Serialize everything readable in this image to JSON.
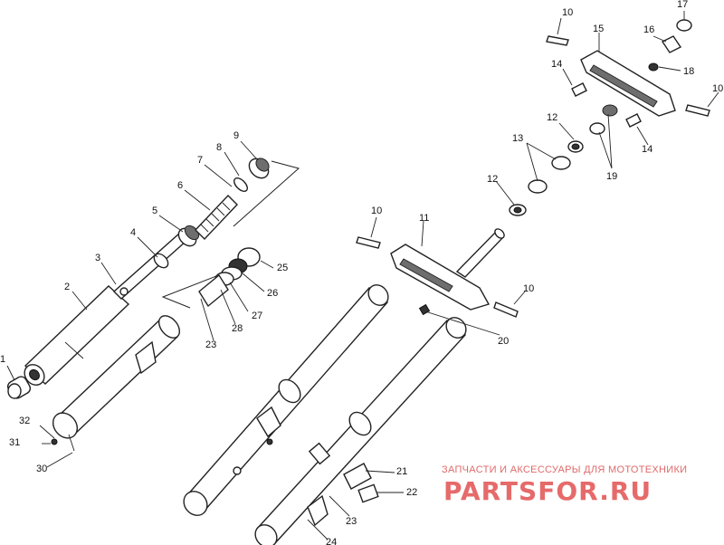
{
  "callouts": [
    {
      "id": "c1",
      "text": "1"
    },
    {
      "id": "c2",
      "text": "2"
    },
    {
      "id": "c3",
      "text": "3"
    },
    {
      "id": "c4",
      "text": "4"
    },
    {
      "id": "c5",
      "text": "5"
    },
    {
      "id": "c6",
      "text": "6"
    },
    {
      "id": "c7",
      "text": "7"
    },
    {
      "id": "c8",
      "text": "8"
    },
    {
      "id": "c9",
      "text": "9"
    },
    {
      "id": "c10a",
      "text": "10"
    },
    {
      "id": "c10b",
      "text": "10"
    },
    {
      "id": "c10c",
      "text": "10"
    },
    {
      "id": "c10d",
      "text": "10"
    },
    {
      "id": "c11",
      "text": "11"
    },
    {
      "id": "c12a",
      "text": "12"
    },
    {
      "id": "c12b",
      "text": "12"
    },
    {
      "id": "c13",
      "text": "13"
    },
    {
      "id": "c14a",
      "text": "14"
    },
    {
      "id": "c14b",
      "text": "14"
    },
    {
      "id": "c15",
      "text": "15"
    },
    {
      "id": "c16",
      "text": "16"
    },
    {
      "id": "c17",
      "text": "17"
    },
    {
      "id": "c18",
      "text": "18"
    },
    {
      "id": "c19",
      "text": "19"
    },
    {
      "id": "c20",
      "text": "20"
    },
    {
      "id": "c21",
      "text": "21"
    },
    {
      "id": "c22",
      "text": "22"
    },
    {
      "id": "c23a",
      "text": "23"
    },
    {
      "id": "c23b",
      "text": "23"
    },
    {
      "id": "c24",
      "text": "24"
    },
    {
      "id": "c25",
      "text": "25"
    },
    {
      "id": "c26",
      "text": "26"
    },
    {
      "id": "c27",
      "text": "27"
    },
    {
      "id": "c28",
      "text": "28"
    },
    {
      "id": "c30",
      "text": "30"
    },
    {
      "id": "c31",
      "text": "31"
    },
    {
      "id": "c32",
      "text": "32"
    }
  ],
  "watermark": {
    "tagline": "ЗАПЧАСТИ И АКСЕССУАРЫ ДЛЯ МОТОТЕХНИКИ",
    "logo": "PARTSFOR.RU"
  }
}
